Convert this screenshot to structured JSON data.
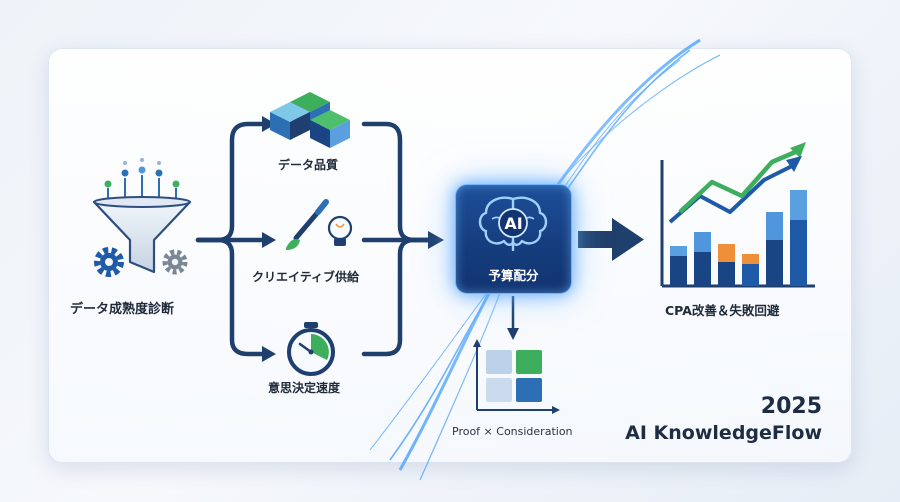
{
  "stages": {
    "diagnosis": "データ成熟度診断",
    "quality": "データ品質",
    "creative": "クリエイティブ供給",
    "speed": "意思決定速度",
    "ai_center": {
      "badge": "AI",
      "caption": "予算配分"
    },
    "outcome": "CPA改善＆失敗回避",
    "matrix_caption": "Proof × Consideration"
  },
  "branding": {
    "year": "2025",
    "name": "AI KnowledgeFlow"
  },
  "colors": {
    "navy": "#1a4585",
    "dark_navy": "#1e3f6f",
    "mid_blue": "#2d6fb5",
    "light_blue": "#4f96dc",
    "accent_green": "#3cae5c",
    "accent_orange": "#ef8f3a",
    "steel_gray": "#7a8796"
  },
  "icons": [
    "funnel-icon",
    "gear-icon",
    "data-cubes-icon",
    "brush-bulb-icon",
    "stopwatch-icon",
    "brain-icon",
    "bar-chart-growth-icon",
    "quadrant-matrix-icon"
  ]
}
